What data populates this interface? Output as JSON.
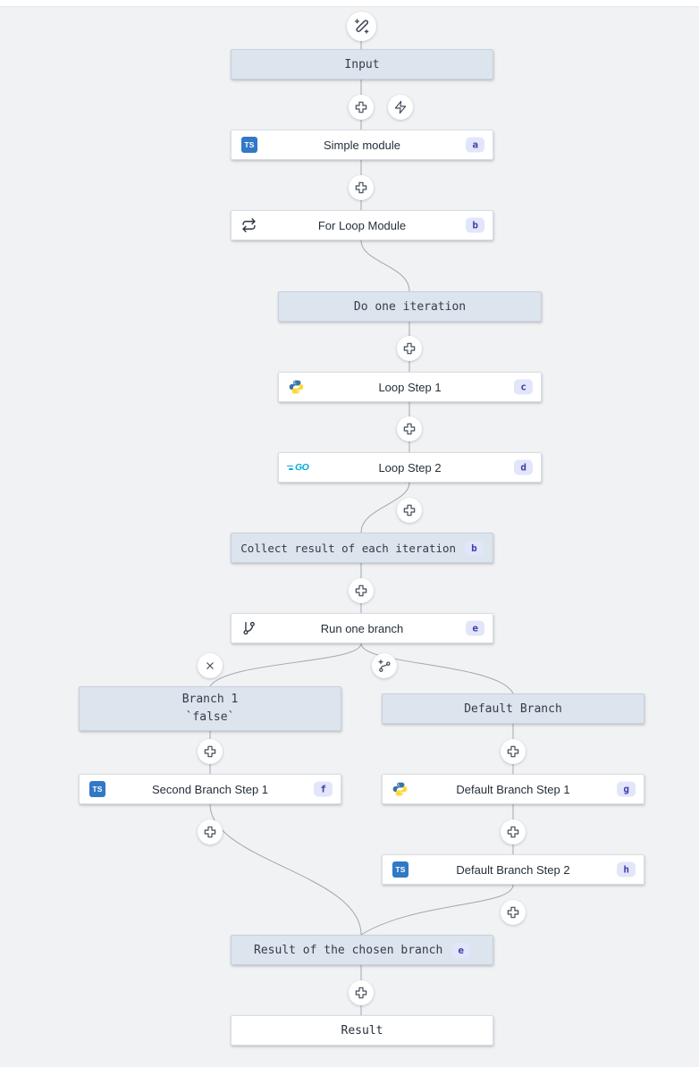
{
  "colors": {
    "background": "#f1f2f4",
    "virtual_node_bg": "#dce4ed",
    "virtual_node_border": "#c7d1dc",
    "step_node_bg": "#ffffff",
    "badge_bg": "#e2e6fa",
    "badge_text": "#3f3dae",
    "connector": "#a2a7ae",
    "typescript_icon_bg": "#3178c6",
    "python_blue": "#3874a5",
    "python_yellow": "#fdd835",
    "go_blue": "#00acd7"
  },
  "icons": {
    "typescript_label": "TS",
    "go_label": "GO"
  },
  "nodes": {
    "input": {
      "label": "Input"
    },
    "simple_module": {
      "label": "Simple module",
      "badge": "a"
    },
    "for_loop": {
      "label": "For Loop Module",
      "badge": "b"
    },
    "do_one_iteration": {
      "label": "Do one iteration"
    },
    "loop_step_1": {
      "label": "Loop Step 1",
      "badge": "c"
    },
    "loop_step_2": {
      "label": "Loop Step 2",
      "badge": "d"
    },
    "collect_result": {
      "label": "Collect result of each iteration",
      "badge": "b"
    },
    "run_one_branch": {
      "label": "Run one branch",
      "badge": "e"
    },
    "branch_1": {
      "label": "Branch 1",
      "sublabel": "`false`"
    },
    "default_branch": {
      "label": "Default Branch"
    },
    "second_branch_step_1": {
      "label": "Second Branch Step 1",
      "badge": "f"
    },
    "default_branch_step_1": {
      "label": "Default Branch Step 1",
      "badge": "g"
    },
    "default_branch_step_2": {
      "label": "Default Branch Step 2",
      "badge": "h"
    },
    "result_of_chosen_branch": {
      "label": "Result of the chosen branch",
      "badge": "e"
    },
    "result": {
      "label": "Result"
    }
  }
}
